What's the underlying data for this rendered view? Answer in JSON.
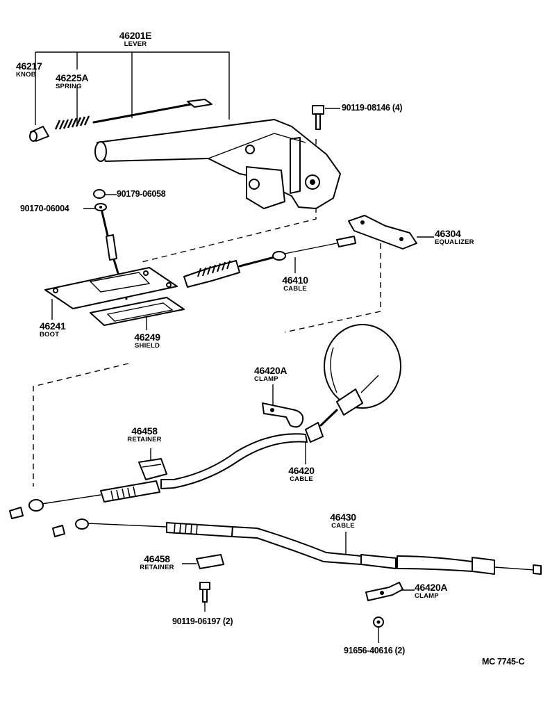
{
  "parts": [
    {
      "id": "lever",
      "number": "46201E",
      "name": "LEVER"
    },
    {
      "id": "knob",
      "number": "46217",
      "name": "KNOB"
    },
    {
      "id": "spring",
      "number": "46225A",
      "name": "SPRING"
    },
    {
      "id": "bolt-top",
      "number": "90119-08146 (4)",
      "name": ""
    },
    {
      "id": "nut-top",
      "number": "90179-06058",
      "name": ""
    },
    {
      "id": "washer-top",
      "number": "90170-06004",
      "name": ""
    },
    {
      "id": "equalizer",
      "number": "46304",
      "name": "EQUALIZER"
    },
    {
      "id": "cable-front",
      "number": "46410",
      "name": "CABLE"
    },
    {
      "id": "boot",
      "number": "46241",
      "name": "BOOT"
    },
    {
      "id": "shield",
      "number": "46249",
      "name": "SHIELD"
    },
    {
      "id": "clamp-upper",
      "number": "46420A",
      "name": "CLAMP"
    },
    {
      "id": "retainer-upper",
      "number": "46458",
      "name": "RETAINER"
    },
    {
      "id": "cable-rh",
      "number": "46420",
      "name": "CABLE"
    },
    {
      "id": "cable-lh",
      "number": "46430",
      "name": "CABLE"
    },
    {
      "id": "retainer-lower",
      "number": "46458",
      "name": "RETAINER"
    },
    {
      "id": "clamp-lower",
      "number": "46420A",
      "name": "CLAMP"
    },
    {
      "id": "bolt-lower",
      "number": "90119-06197 (2)",
      "name": ""
    },
    {
      "id": "nut-lower",
      "number": "91656-40616 (2)",
      "name": ""
    }
  ],
  "figure_code": "MC 7745-C"
}
